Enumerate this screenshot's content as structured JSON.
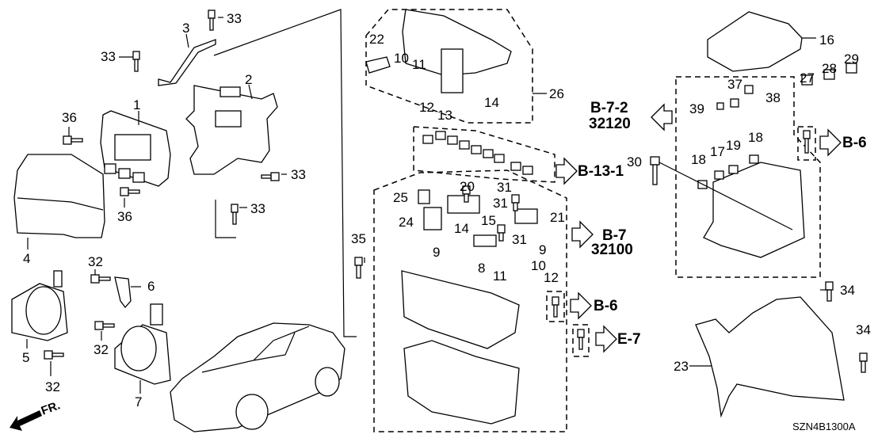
{
  "diagram": {
    "title": "Control Unit (Engine Room) / Fuse Box / Horn parts diagram",
    "code": "SZN4B1300A",
    "front_indicator": "FR."
  },
  "callouts": {
    "c1": "1",
    "c2": "2",
    "c3": "3",
    "c4": "4",
    "c5": "5",
    "c6": "6",
    "c7": "7",
    "c8": "8",
    "c9a": "9",
    "c9b": "9",
    "c10a": "10",
    "c10b": "10",
    "c11a": "11",
    "c11b": "11",
    "c12a": "12",
    "c12b": "12",
    "c13": "13",
    "c14a": "14",
    "c14b": "14",
    "c15": "15",
    "c16": "16",
    "c17": "17",
    "c18a": "18",
    "c18b": "18",
    "c19": "19",
    "c20": "20",
    "c21": "21",
    "c22": "22",
    "c23": "23",
    "c24": "24",
    "c25": "25",
    "c26": "26",
    "c27": "27",
    "c28": "28",
    "c29": "29",
    "c30": "30",
    "c31a": "31",
    "c31b": "31",
    "c31c": "31",
    "c32a": "32",
    "c32b": "32",
    "c32c": "32",
    "c33a": "33",
    "c33b": "33",
    "c33c": "33",
    "c33d": "33",
    "c34a": "34",
    "c34b": "34",
    "c35": "35",
    "c36a": "36",
    "c36b": "36",
    "c37": "37",
    "c38": "38",
    "c39": "39"
  },
  "references": {
    "r_b72": "B-7-2",
    "r_32120": "32120",
    "r_b131": "B-13-1",
    "r_b7": "B-7",
    "r_32100": "32100",
    "r_b6a": "B-6",
    "r_b6b": "B-6",
    "r_e7": "E-7"
  }
}
